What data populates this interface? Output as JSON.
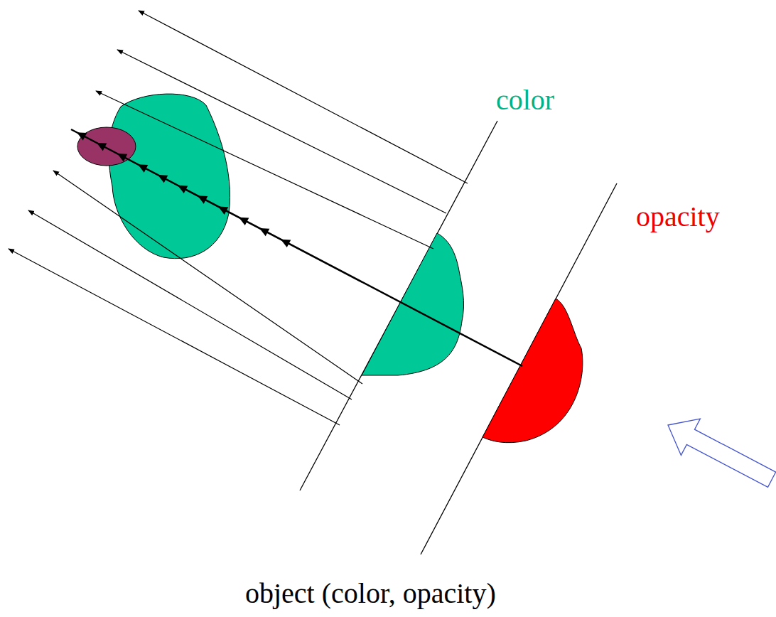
{
  "diagram": {
    "labels": [
      "color",
      "opacity",
      "object (color, opacity)"
    ]
  }
}
